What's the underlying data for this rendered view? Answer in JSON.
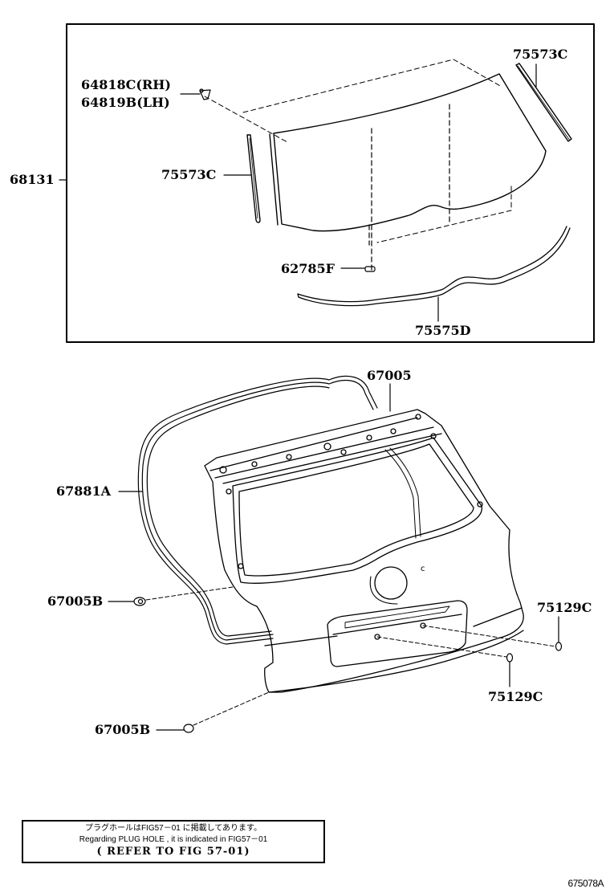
{
  "diagram": {
    "type": "exploded parts diagram",
    "subject": "back door (hatch) and back window glass",
    "figure_id": "675078A",
    "top_panel": {
      "group_label": "68131",
      "parts": [
        {
          "id": "p1",
          "label_line1": "64818C(RH)",
          "label_line2": "64819B(LH)",
          "depicts": "glass stopper clip"
        },
        {
          "id": "p2",
          "label": "75573C",
          "depicts": "side moulding (right)"
        },
        {
          "id": "p3",
          "label": "75573C",
          "depicts": "side moulding (left)"
        },
        {
          "id": "p4",
          "label": "62785F",
          "depicts": "glass spacer"
        },
        {
          "id": "p5",
          "label": "75575D",
          "depicts": "lower glass moulding / weatherstrip"
        }
      ]
    },
    "bottom_panel": {
      "parts": [
        {
          "id": "p6",
          "label": "67005",
          "depicts": "back door panel"
        },
        {
          "id": "p7",
          "label": "67881A",
          "depicts": "back door weatherstrip"
        },
        {
          "id": "p8",
          "label": "67005B",
          "depicts": "plug (upper)"
        },
        {
          "id": "p9",
          "label": "67005B",
          "depicts": "plug (lower)"
        },
        {
          "id": "p10",
          "label": "75129C",
          "depicts": "plug (right upper)"
        },
        {
          "id": "p11",
          "label": "75129C",
          "depicts": "plug (right lower)"
        }
      ]
    },
    "note": {
      "line_jp": "プラグホールはFIG57－01 に掲載してあります。",
      "line_en": "Regarding PLUG HOLE , it is indicated in FIG57－01",
      "line_ref": "( REFER TO FIG 57-01)"
    }
  },
  "colors": {
    "ink": "#000000",
    "background": "#ffffff"
  }
}
